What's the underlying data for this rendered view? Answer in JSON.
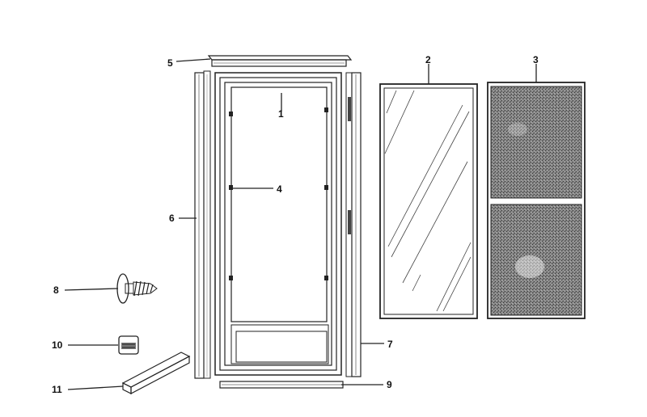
{
  "callouts": [
    {
      "number": "1"
    },
    {
      "number": "2"
    },
    {
      "number": "3"
    },
    {
      "number": "4"
    },
    {
      "number": "5"
    },
    {
      "number": "6"
    },
    {
      "number": "7"
    },
    {
      "number": "8"
    },
    {
      "number": "9"
    },
    {
      "number": "10"
    },
    {
      "number": "11"
    }
  ],
  "colors": {
    "ink": "#222222",
    "paper": "#ffffff",
    "screen_mesh": "#6a6a6a"
  }
}
